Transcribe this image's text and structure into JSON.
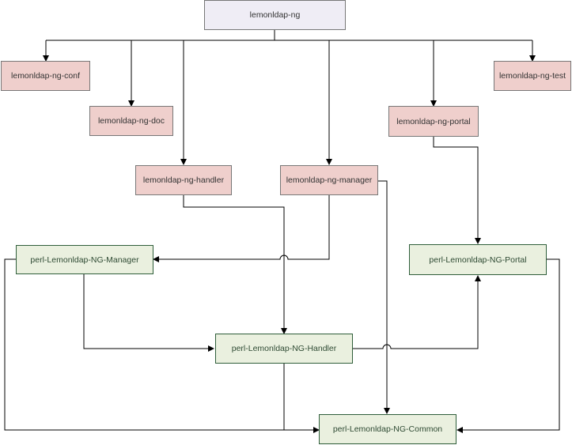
{
  "nodes": {
    "root": "lemonldap-ng",
    "conf": "lemonldap-ng-conf",
    "doc": "lemonldap-ng-doc",
    "test": "lemonldap-ng-test",
    "portal": "lemonldap-ng-portal",
    "handler": "lemonldap-ng-handler",
    "manager": "lemonldap-ng-manager",
    "perl_manager": "perl-Lemonldap-NG-Manager",
    "perl_portal": "perl-Lemonldap-NG-Portal",
    "perl_handler": "perl-Lemonldap-NG-Handler",
    "perl_common": "perl-Lemonldap-NG-Common"
  },
  "colors": {
    "root_fill": "#efedf5",
    "package_fill": "#efcfcc",
    "perl_fill": "#eaf0df",
    "perl_border": "#2f5e3a",
    "line": "#000000"
  }
}
